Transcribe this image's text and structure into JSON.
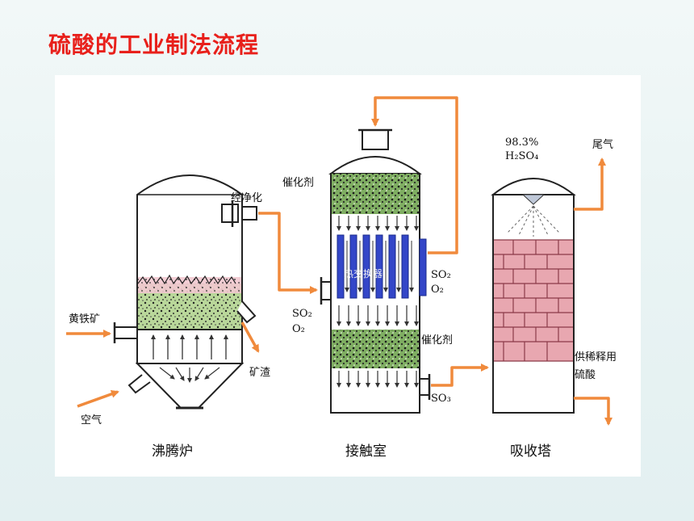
{
  "title": "硫酸的工业制法流程",
  "diagram": {
    "furnace": {
      "caption": "沸腾炉",
      "inputs": {
        "pyrite": "黄铁矿",
        "air": "空气"
      },
      "outputs": {
        "slag": "矿渣",
        "purified": "经净化"
      }
    },
    "contact_chamber": {
      "caption": "接触室",
      "catalyst_top": "催化剂",
      "catalyst_bottom": "催化剂",
      "heat_exchanger": "热交换器",
      "inlet_so2": "SO₂",
      "inlet_o2": "O₂",
      "outlet_so2": "SO₂",
      "outlet_o2": "O₂",
      "product": "SO₃"
    },
    "absorption_tower": {
      "caption": "吸收塔",
      "acid_concentration": "98.3%",
      "acid_formula": "H₂SO₄",
      "tail_gas": "尾气",
      "supply_line1": "供稀释用",
      "supply_line2": "硫酸"
    },
    "colors": {
      "arrow": "#f08a3c",
      "catalyst": "#86b86a",
      "hot_gas": "#f2b6c0",
      "heat_tubes": "#3346c8",
      "brick": "#e8a7b0",
      "title": "#e8201b"
    }
  }
}
